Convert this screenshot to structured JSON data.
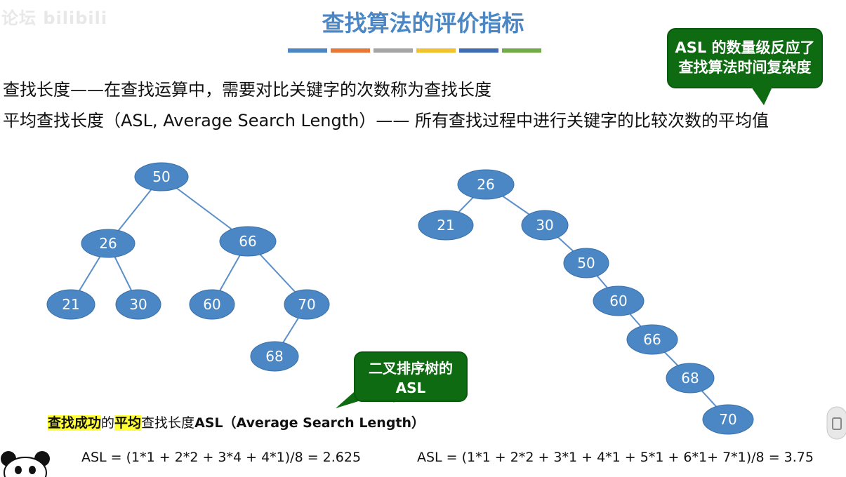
{
  "watermark": "论坛 bilibili",
  "title": "查找算法的评价指标",
  "color_bars": [
    "#4a87c4",
    "#e8773a",
    "#a5a5a5",
    "#f2c12e",
    "#3e6db5",
    "#72ab48"
  ],
  "callout_top": {
    "line1": "ASL 的数量级反应了",
    "line2": "查找算法时间复杂度"
  },
  "definition_line1": "查找长度——在查找运算中，需要对比关键字的次数称为查找长度",
  "definition_line2": "平均查找长度（ASL, Average Search Length）—— 所有查找过程中进行关键字的比较次数的平均值",
  "tree_left": {
    "nodes": [
      "50",
      "26",
      "66",
      "21",
      "30",
      "60",
      "70",
      "68"
    ],
    "edges": [
      [
        "50",
        "26"
      ],
      [
        "50",
        "66"
      ],
      [
        "26",
        "21"
      ],
      [
        "26",
        "30"
      ],
      [
        "66",
        "60"
      ],
      [
        "66",
        "70"
      ],
      [
        "70",
        "68"
      ]
    ]
  },
  "tree_right": {
    "nodes": [
      "26",
      "21",
      "30",
      "50",
      "60",
      "66",
      "68",
      "70"
    ],
    "edges": [
      [
        "26",
        "21"
      ],
      [
        "26",
        "30"
      ],
      [
        "30",
        "50"
      ],
      [
        "50",
        "60"
      ],
      [
        "60",
        "66"
      ],
      [
        "66",
        "68"
      ],
      [
        "68",
        "70"
      ]
    ]
  },
  "callout_bst": {
    "line1": "二叉排序树的",
    "line2": "ASL"
  },
  "asl_heading": {
    "part1": "查找成功",
    "part2": "的",
    "part3": "平均",
    "part4": "查找长度",
    "part5": "ASL（Average Search Length）"
  },
  "formula_left": "ASL = (1*1 + 2*2 + 3*4 + 4*1)/8 = 2.625",
  "formula_right": "ASL = (1*1 + 2*2 + 3*1 + 4*1 + 5*1 + 6*1+  7*1)/8 = 3.75",
  "colors": {
    "node_fill": "#4a87c4",
    "edge": "#5b8fc9",
    "callout_green": "#0e6b12",
    "highlight": "#ffff33",
    "title_blue": "#4a87c4"
  }
}
